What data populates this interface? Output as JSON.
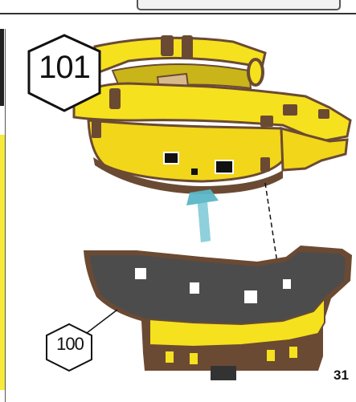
{
  "step": {
    "top_part_number": "101",
    "bottom_part_number": "100",
    "page_number": "31"
  },
  "colors": {
    "yellow": "#f5e11e",
    "brown": "#6b4a33",
    "dark_gray": "#4c4c4c",
    "arrow_blue": "#5bb6c8",
    "tan": "#d8b98a"
  }
}
